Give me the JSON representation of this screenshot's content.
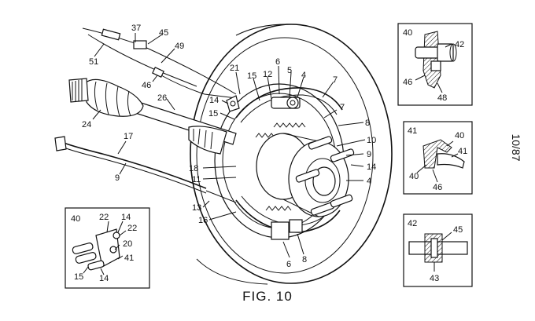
{
  "caption": "FIG. 10",
  "sheet": "10/87",
  "callouts": {
    "main": [
      "37",
      "45",
      "49",
      "51",
      "46",
      "21",
      "6",
      "5",
      "12",
      "15",
      "4",
      "7",
      "7",
      "14",
      "26",
      "24",
      "15",
      "8",
      "10",
      "9",
      "14",
      "4",
      "17",
      "9",
      "18",
      "11",
      "13",
      "16",
      "6",
      "8"
    ],
    "detail_40_top": [
      "40",
      "42",
      "46",
      "48"
    ],
    "detail_41": [
      "41",
      "40",
      "41",
      "40",
      "46"
    ],
    "detail_42": [
      "42",
      "45",
      "43"
    ],
    "detail_40_left": [
      "40",
      "22",
      "14",
      "22",
      "20",
      "41",
      "15",
      "14"
    ]
  }
}
